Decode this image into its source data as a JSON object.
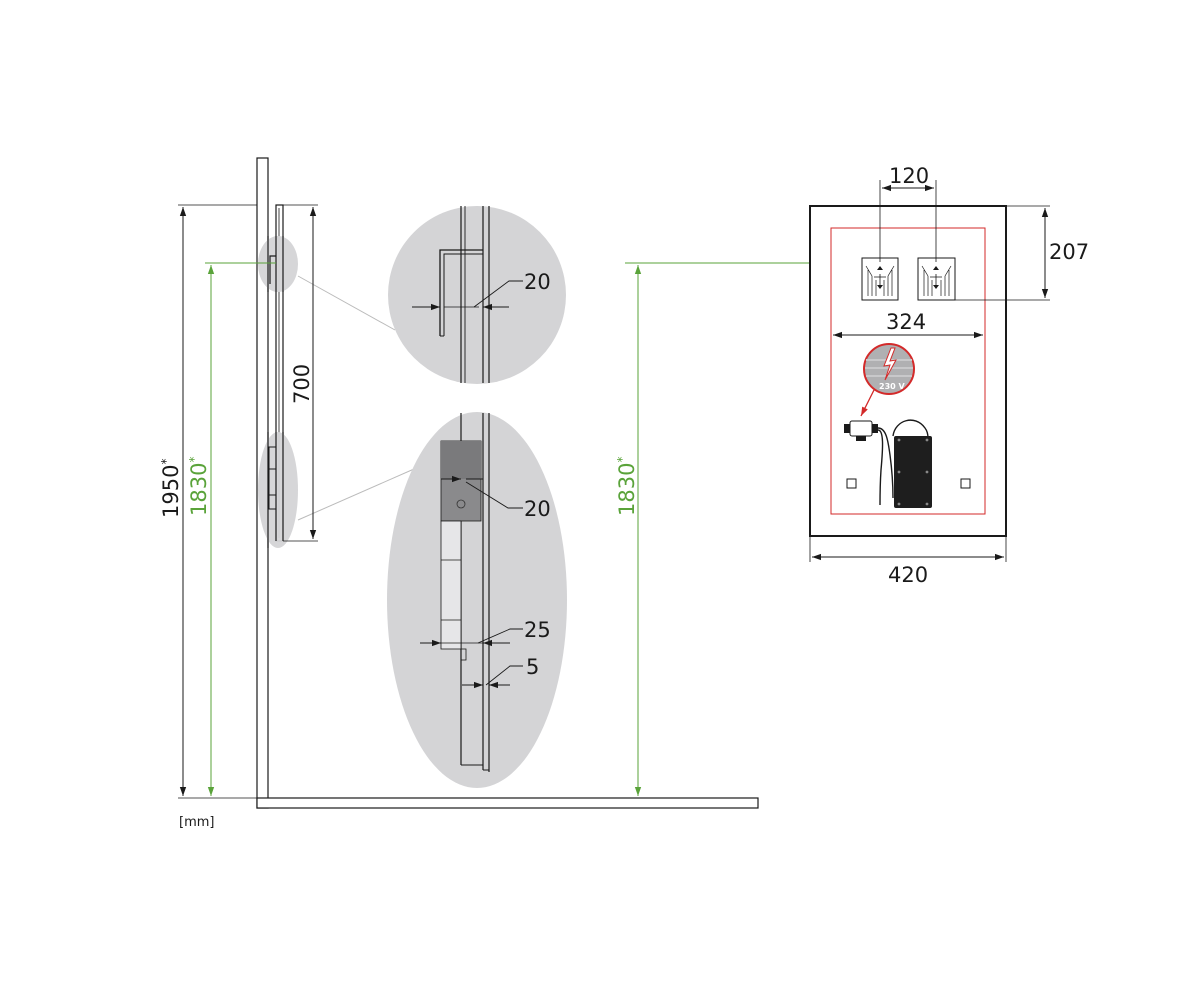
{
  "side_view": {
    "height_total": "1950",
    "height_total_mark": "*",
    "height_mount": "1830",
    "height_mount_mark": "*",
    "mirror_height": "700",
    "unit": "[mm]"
  },
  "detail_top": {
    "hook_gap": "20"
  },
  "detail_bottom": {
    "box_offset": "20",
    "box_depth": "25",
    "wall_gap": "5"
  },
  "front_view": {
    "height_mount": "1830",
    "height_mount_mark": "*",
    "bracket_spacing": "120",
    "bracket_top": "207",
    "bracket_width": "324",
    "mirror_width": "420",
    "supply_voltage": "230 V"
  },
  "colors": {
    "line": "#1a1a1a",
    "green": "#5aa33a",
    "red": "#d32a2a",
    "detail_fill": "#d4d4d6"
  }
}
